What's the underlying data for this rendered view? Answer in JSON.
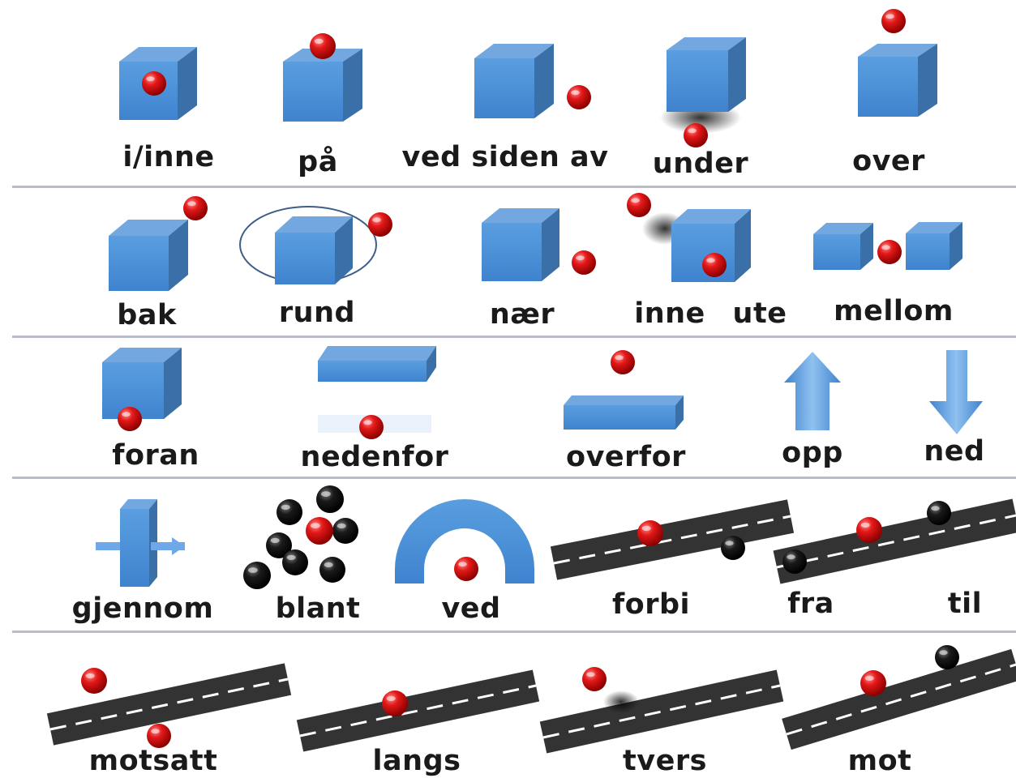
{
  "rows": [
    {
      "words": [
        "i/inne",
        "på",
        "ved siden av",
        "under",
        "over"
      ]
    },
    {
      "words": [
        "bak",
        "rund",
        "nær",
        "inne",
        "ute",
        "mellom"
      ]
    },
    {
      "words": [
        "foran",
        "nedenfor",
        "overfor",
        "opp",
        "ned"
      ]
    },
    {
      "words": [
        "gjennom",
        "blant",
        "ved",
        "forbi",
        "fra",
        "til"
      ]
    },
    {
      "words": [
        "motsatt",
        "langs",
        "tvers",
        "mot"
      ]
    }
  ],
  "colors": {
    "cube": "#4a8fd6",
    "ball_red": "#e01515",
    "ball_black": "#111111",
    "road": "#333333",
    "separator": "#b9bcc4"
  }
}
